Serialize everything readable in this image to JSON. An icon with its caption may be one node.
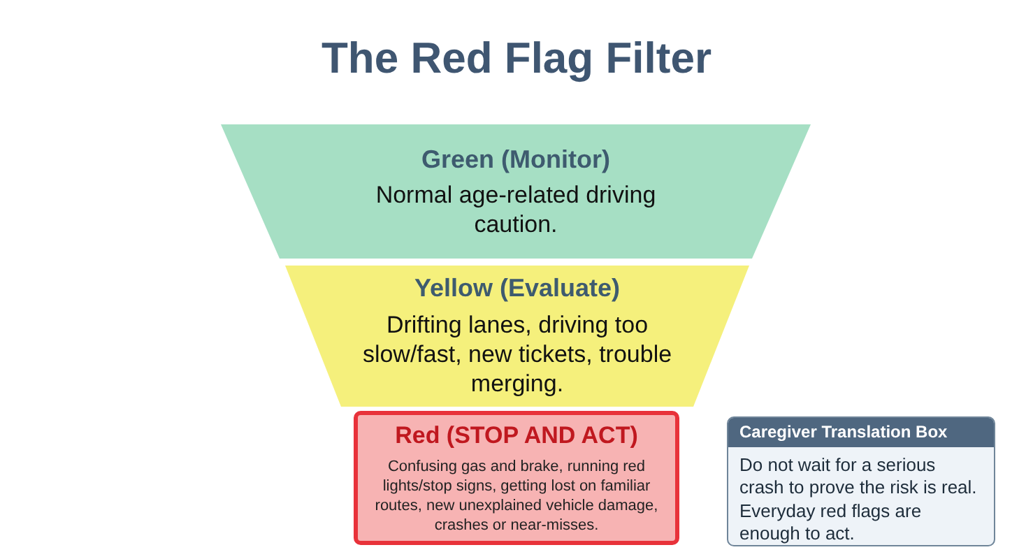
{
  "diagram": {
    "title": "The Red Flag Filter",
    "nodes": [
      {
        "text": [
          "Green (Monitor)",
          "Normal age-related driving caution."
        ]
      },
      {
        "text": [
          "Yellow (Evaluate)",
          "Drifting lanes, driving too slow/fast, new tickets, trouble merging."
        ]
      },
      {
        "text": [
          "Red (STOP AND ACT)",
          "Confusing gas and brake, running red lights/stop signs, getting lost on familiar routes, new unexplained vehicle damage, crashes or near-misses."
        ]
      },
      {
        "text": [
          "Caregiver Translation Box",
          "Do not wait for a serious crash to prove the risk is real. Everyday red flags are enough to act."
        ]
      }
    ],
    "edges": []
  }
}
